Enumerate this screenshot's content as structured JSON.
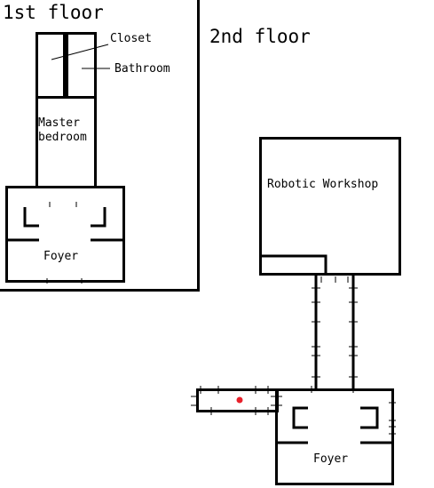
{
  "floor1": {
    "title": "1st floor",
    "rooms": {
      "closet": "Closet",
      "bathroom": "Bathroom",
      "master_bedroom_line1": "Master",
      "master_bedroom_line2": "bedroom",
      "foyer": "Foyer"
    }
  },
  "floor2": {
    "title": "2nd floor",
    "rooms": {
      "workshop": "Robotic Workshop",
      "foyer": "Foyer"
    },
    "player_marker_color": "#e8202a"
  },
  "colors": {
    "wall": "#000000",
    "background": "#ffffff"
  }
}
